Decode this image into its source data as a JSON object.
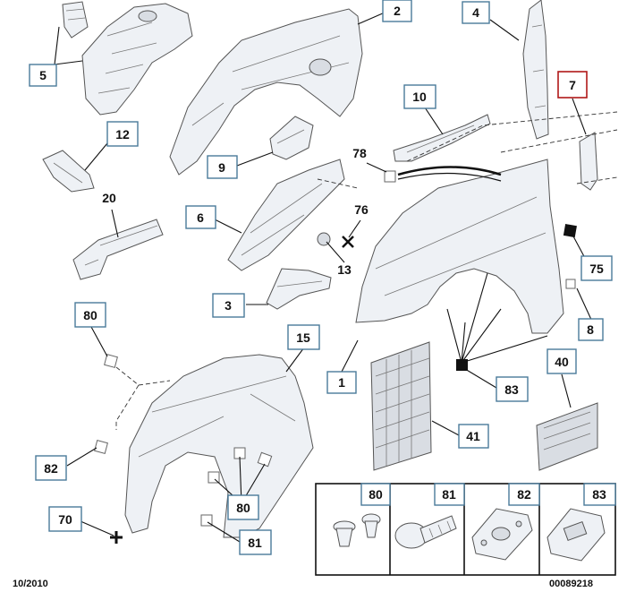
{
  "callouts": {
    "c1": "1",
    "c2": "2",
    "c3": "3",
    "c4": "4",
    "c5": "5",
    "c6": "6",
    "c7": "7",
    "c8": "8",
    "c9": "9",
    "c10": "10",
    "c12": "12",
    "c13": "13",
    "c15": "15",
    "c20": "20",
    "c40": "40",
    "c41": "41",
    "c70": "70",
    "c75": "75",
    "c76": "76",
    "c78": "78",
    "c80a": "80",
    "c80b": "80",
    "c81": "81",
    "c82": "82",
    "c83": "83"
  },
  "clip_panel": {
    "cells": [
      {
        "label": "80"
      },
      {
        "label": "81"
      },
      {
        "label": "82"
      },
      {
        "label": "83"
      }
    ]
  },
  "footer": {
    "date": "10/2010",
    "code": "00089218"
  },
  "colors": {
    "callout_border": "#4a7a9a",
    "highlight_border": "#b01818"
  }
}
